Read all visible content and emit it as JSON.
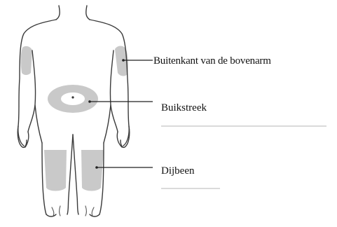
{
  "labels": {
    "upper_arm": "Buitenkant van de bovenarm",
    "abdomen": "Buikstreek",
    "thigh": "Dijbeen"
  },
  "colors": {
    "outline": "#3a3a3a",
    "injection_area": "#c9c9c9",
    "separator": "#b5b5b5"
  }
}
